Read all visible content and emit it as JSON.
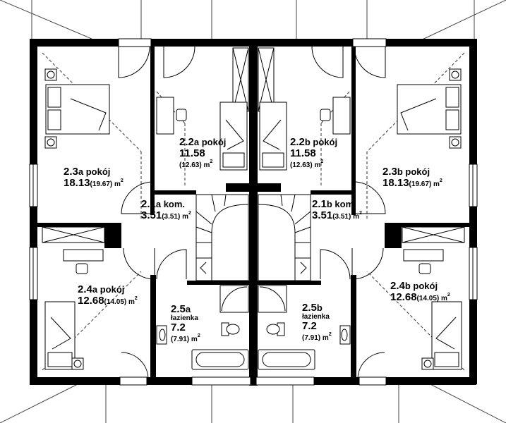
{
  "rooms": {
    "r23a": {
      "code": "2.3",
      "suffix": "a pokój",
      "area": "18.13",
      "usable": "(19.67)",
      "unit": "m",
      "exp": "2"
    },
    "r22a": {
      "code": "2.2",
      "suffix": "a pokój",
      "area": "11.58",
      "usable": "(12.63)",
      "unit": "m",
      "exp": "2"
    },
    "r22b": {
      "code": "2.2",
      "suffix": "b pokój",
      "area": "11.58",
      "usable": "(12.63)",
      "unit": "m",
      "exp": "2"
    },
    "r23b": {
      "code": "2.3",
      "suffix": "b pokój",
      "area": "18.13",
      "usable": "(19.67)",
      "unit": "m",
      "exp": "2"
    },
    "r21a": {
      "code": "2.1",
      "suffix": "a kom.",
      "area": "3.51",
      "usable": "(3.51)",
      "unit": "m",
      "exp": "2"
    },
    "r21b": {
      "code": "2.1",
      "suffix": "b kom.",
      "area": "3.51",
      "usable": "(3.51)",
      "unit": "m",
      "exp": "2"
    },
    "r24a": {
      "code": "2.4",
      "suffix": "a pokój",
      "area": "12.68",
      "usable": "(14.05)",
      "unit": "m",
      "exp": "2"
    },
    "r24b": {
      "code": "2.4",
      "suffix": "b pokój",
      "area": "12.68",
      "usable": "(14.05)",
      "unit": "m",
      "exp": "2"
    },
    "r25a": {
      "code": "2.5",
      "suffix": "a",
      "name": "łazienka",
      "area": "7.2",
      "usable": "(7.91)",
      "unit": "m",
      "exp": "2"
    },
    "r25b": {
      "code": "2.5",
      "suffix": "b",
      "name": "łazienka",
      "area": "7.2",
      "usable": "(7.91)",
      "unit": "m",
      "exp": "2"
    }
  },
  "colors": {
    "wall": "#000000",
    "line": "#555555",
    "fill": "#ffffff"
  },
  "icons": [
    "bed-icon",
    "desk-icon",
    "chair-icon",
    "toilet-icon",
    "sink-icon",
    "bathtub-icon",
    "shower-icon",
    "stairs-icon",
    "door-swing-icon",
    "window-icon"
  ]
}
